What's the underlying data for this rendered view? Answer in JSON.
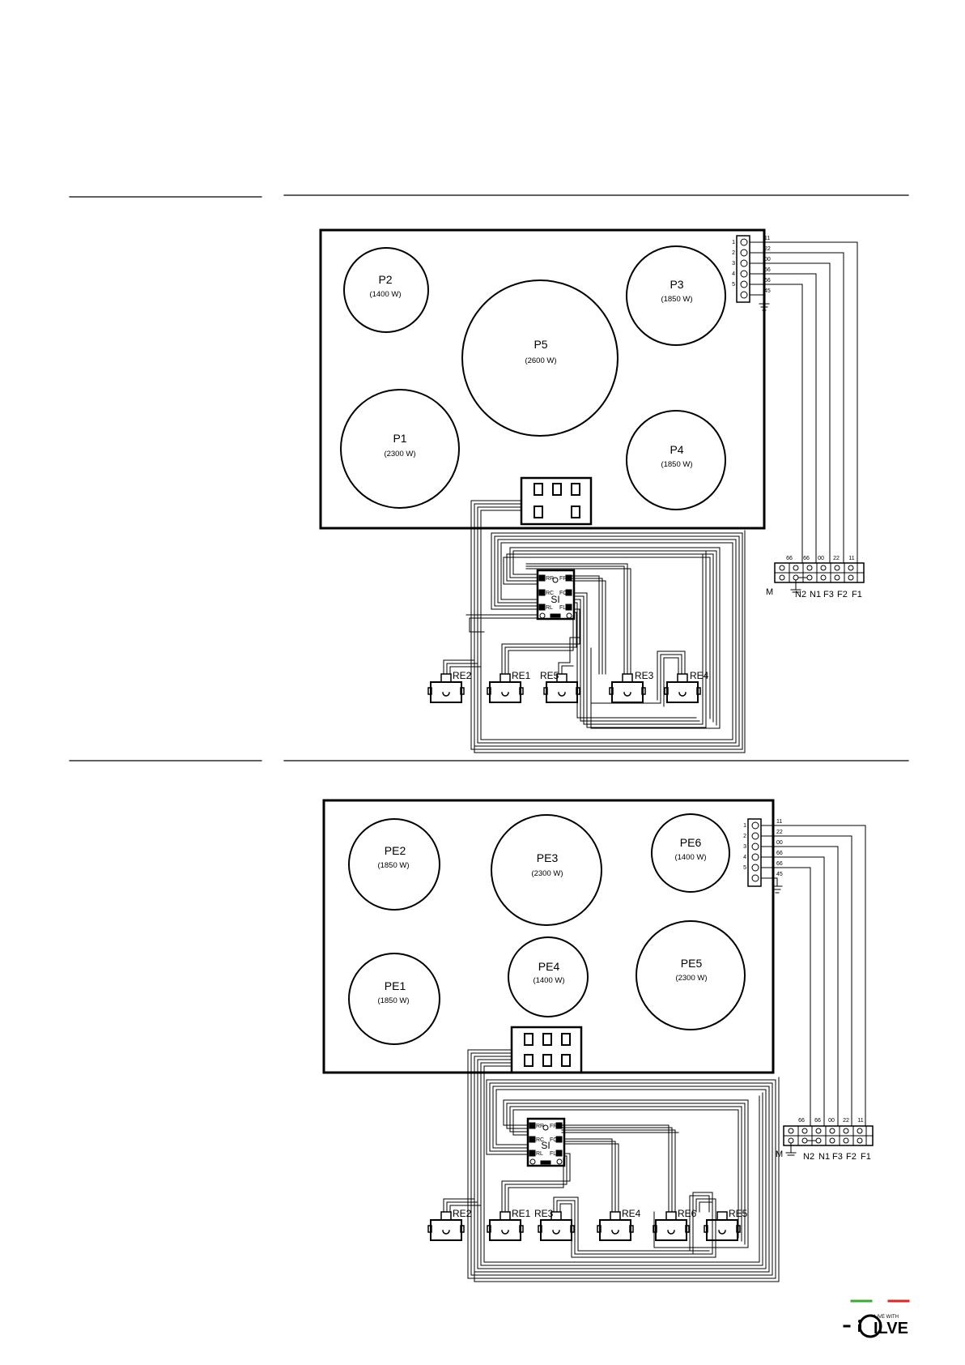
{
  "diagram1": {
    "zones": [
      {
        "id": "p2",
        "name": "P2",
        "power": "(1400 W)"
      },
      {
        "id": "p5",
        "name": "P5",
        "power": "(2600 W)"
      },
      {
        "id": "p3",
        "name": "P3",
        "power": "(1850 W)"
      },
      {
        "id": "p1",
        "name": "P1",
        "power": "(2300 W)"
      },
      {
        "id": "p4",
        "name": "P4",
        "power": "(1850 W)"
      }
    ],
    "hob_terminal": {
      "pins": [
        "1",
        "2",
        "3",
        "4",
        "5"
      ],
      "wires": [
        "11",
        "22",
        "00",
        "66",
        "66",
        "45"
      ]
    },
    "mains_terminal": {
      "wires": [
        "66",
        "66",
        "00",
        "22",
        "11"
      ],
      "labels": [
        "M",
        "N2",
        "N1",
        "F3",
        "F2",
        "F1"
      ]
    },
    "switch": {
      "name": "SI",
      "ports": [
        "RR",
        "FR",
        "RC",
        "FC",
        "RL",
        "FL"
      ]
    },
    "regulators": [
      "RE2",
      "RE1",
      "RE5",
      "RE3",
      "RE4"
    ]
  },
  "diagram2": {
    "zones": [
      {
        "id": "pe2",
        "name": "PE2",
        "power": "(1850 W)"
      },
      {
        "id": "pe3",
        "name": "PE3",
        "power": "(2300 W)"
      },
      {
        "id": "pe6",
        "name": "PE6",
        "power": "(1400 W)"
      },
      {
        "id": "pe1",
        "name": "PE1",
        "power": "(1850 W)"
      },
      {
        "id": "pe4",
        "name": "PE4",
        "power": "(1400 W)"
      },
      {
        "id": "pe5",
        "name": "PE5",
        "power": "(2300 W)"
      }
    ],
    "hob_terminal": {
      "pins": [
        "1",
        "2",
        "3",
        "4",
        "5"
      ],
      "wires": [
        "11",
        "22",
        "00",
        "66",
        "66",
        "45"
      ]
    },
    "mains_terminal": {
      "wires": [
        "66",
        "66",
        "00",
        "22",
        "11"
      ],
      "labels": [
        "M",
        "N2",
        "N1",
        "F3",
        "F2",
        "F1"
      ]
    },
    "switch": {
      "name": "SI",
      "ports": [
        "RR",
        "FR",
        "RC",
        "FC",
        "RL",
        "FL"
      ]
    },
    "regulators": [
      "RE2",
      "RE1",
      "RE3",
      "RE4",
      "RE6",
      "RE5"
    ]
  },
  "brand": {
    "tagline": "LIVE WITH",
    "name": "ILVE",
    "accent_green": "#3aaa35",
    "accent_red": "#e52421"
  }
}
